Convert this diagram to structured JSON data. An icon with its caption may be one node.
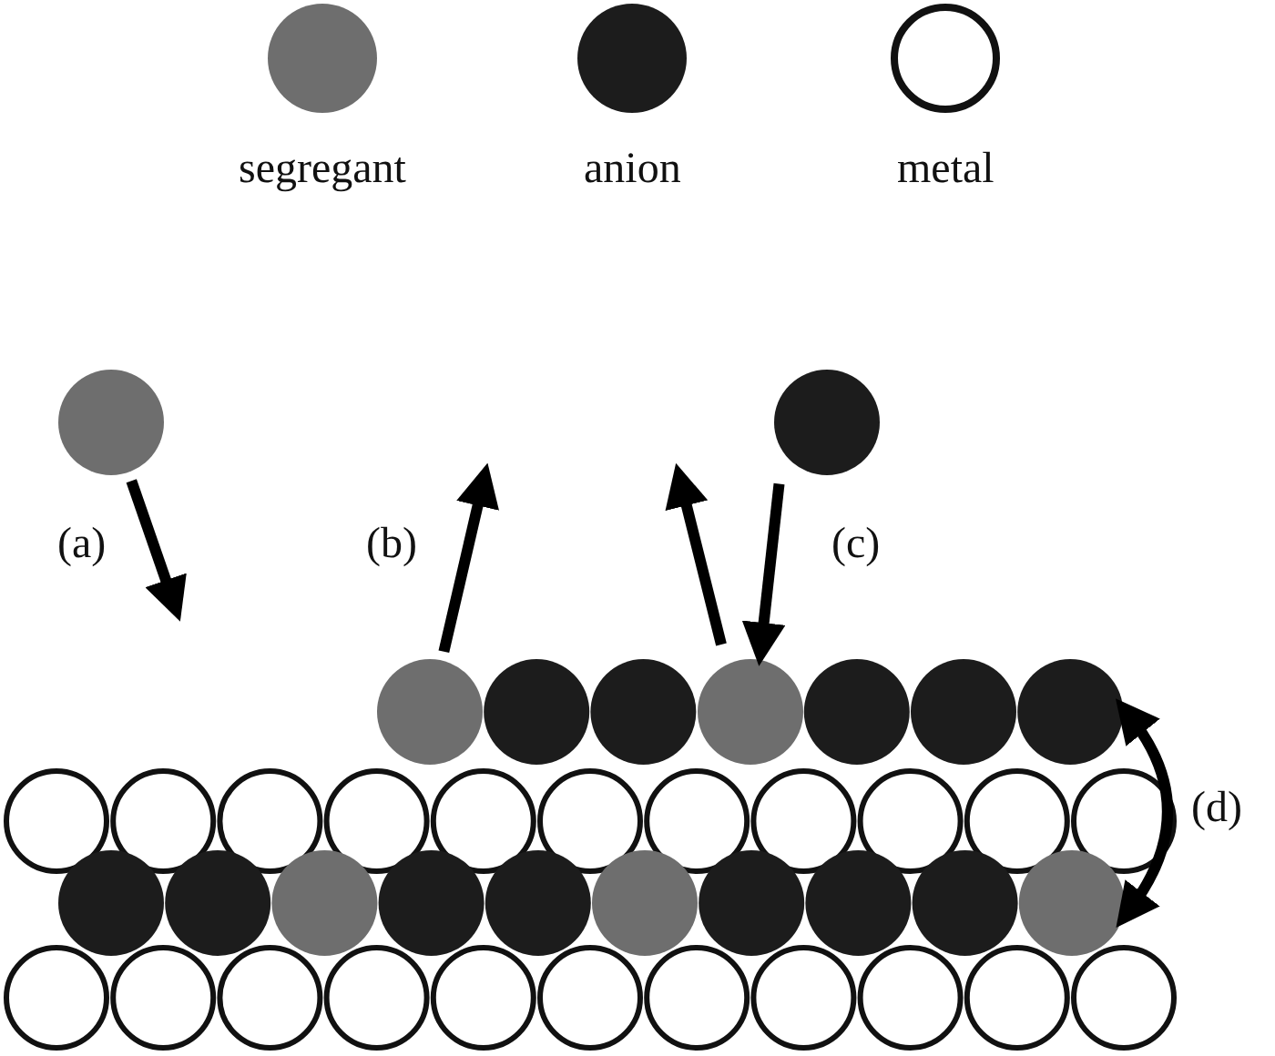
{
  "diagram": {
    "nodes": [
      {
        "text": [],
        "shape": "circle"
      },
      {
        "text": [],
        "shape": "circle"
      },
      {
        "text": [],
        "shape": "circle"
      },
      {
        "text": [],
        "shape": "circle"
      }
    ],
    "edges": [
      {
        "from": 0,
        "to": null,
        "arrow": "to",
        "label": "(a)"
      },
      {
        "from": 1,
        "to": null,
        "arrow": "to",
        "label": "(b)"
      },
      {
        "from": 2,
        "to": 3,
        "arrow": "to",
        "label": "(c)"
      },
      {
        "from": 3,
        "to": null,
        "arrow": "to"
      }
    ],
    "labels": [
      "(d)"
    ],
    "legend": [
      {
        "text": "segregant",
        "color": "#6e6e6e"
      },
      {
        "text": "anion",
        "color": "#1c1c1c"
      },
      {
        "text": "metal",
        "color": "#ffffff"
      }
    ]
  }
}
